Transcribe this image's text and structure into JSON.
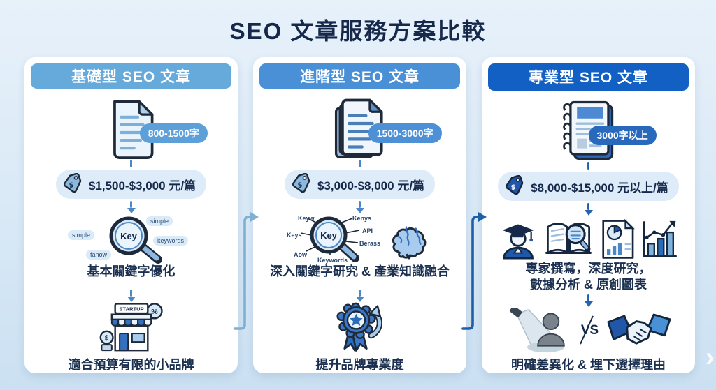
{
  "page": {
    "title": "SEO 文章服務方案比較",
    "next_chevron": "›"
  },
  "colors": {
    "header_basic": "#66A9DB",
    "header_advanced": "#4A90D6",
    "header_pro": "#1360C4",
    "badge_basic": "#5C9FD9",
    "badge_advanced": "#4D90D6",
    "badge_pro": "#2969BC",
    "price_pill_bg": "#DEEBF8",
    "text_navy": "#16294A",
    "background": "#D9E9F6"
  },
  "icons": {
    "dollar": "$",
    "percent": "%"
  },
  "plans": [
    {
      "header": "基礎型 SEO 文章",
      "word_count": "800-1500字",
      "price": "$1,500-$3,000 元/篇",
      "magnifier_label": "Key",
      "tags": {
        "t1": "simple",
        "t2": "simple",
        "t3": "keywords",
        "t4": "fanow"
      },
      "feature_lines": [
        "基本關鍵字優化"
      ],
      "store_sign": "STARTUP",
      "benefit": "適合預算有限的小品牌"
    },
    {
      "header": "進階型 SEO 文章",
      "word_count": "1500-3000字",
      "price": "$3,000-$8,000 元/篇",
      "magnifier_label": "Key",
      "tags": {
        "t1": "Keyw",
        "t2": "Kenys",
        "t3": "Keys",
        "t4": "API",
        "t5": "Berass",
        "t6": "Aow",
        "t7": "Keywords"
      },
      "feature_lines": [
        "深入關鍵字研究 & 產業知識融合"
      ],
      "benefit": "提升品牌專業度"
    },
    {
      "header": "專業型 SEO 文章",
      "word_count": "3000字以上",
      "price": "$8,000-$15,000 元以上/篇",
      "vs_label": "VS",
      "feature_lines": [
        "專家撰寫，深度研究，",
        "數據分析 & 原創圖表"
      ],
      "benefit": "明確差異化 & 埋下選擇理由"
    }
  ]
}
